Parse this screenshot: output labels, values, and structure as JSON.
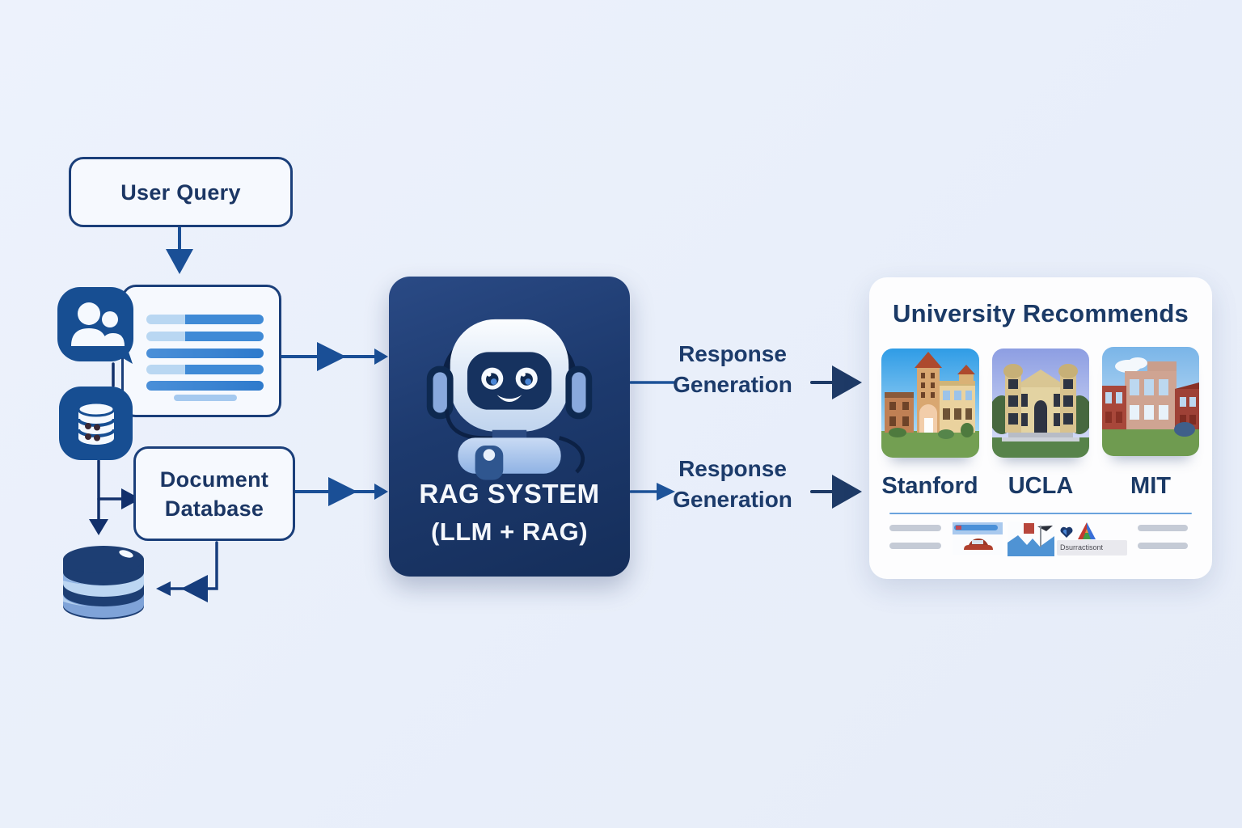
{
  "colors": {
    "background": "#e9effa",
    "navy_text": "#1b3866",
    "node_border": "#1b3f7a",
    "node_fill": "#f6f9fe",
    "arrow_medium": "#1a4f96",
    "arrow_dark": "#1e3a66",
    "rag_box": "#1d3a6e",
    "divider": "#6aa3dd"
  },
  "nodes": {
    "user_query": {
      "label": "User Query"
    },
    "document_database": {
      "line1": "Document",
      "line2": "Database"
    },
    "rag_system": {
      "title": "RAG SYSTEM",
      "subtitle": "(LLM + RAG)"
    }
  },
  "edge_labels": {
    "top": {
      "line1": "Response",
      "line2": "Generation"
    },
    "bottom": {
      "line1": "Response",
      "line2": "Generation"
    }
  },
  "icons": {
    "user_bubble": "users-speech-bubble-icon",
    "server": "database-server-icon",
    "cylinder": "database-cylinder-icon",
    "robot": "chatbot-robot-icon",
    "heart": "heart-icon",
    "mountain_logo": "mountain-triangle-logo-icon"
  },
  "results_card": {
    "title": "University Recommends",
    "universities": [
      {
        "name": "Stanford"
      },
      {
        "name": "UCLA"
      },
      {
        "name": "MIT"
      }
    ],
    "footer": {
      "caption": "Dsurractisont"
    }
  }
}
